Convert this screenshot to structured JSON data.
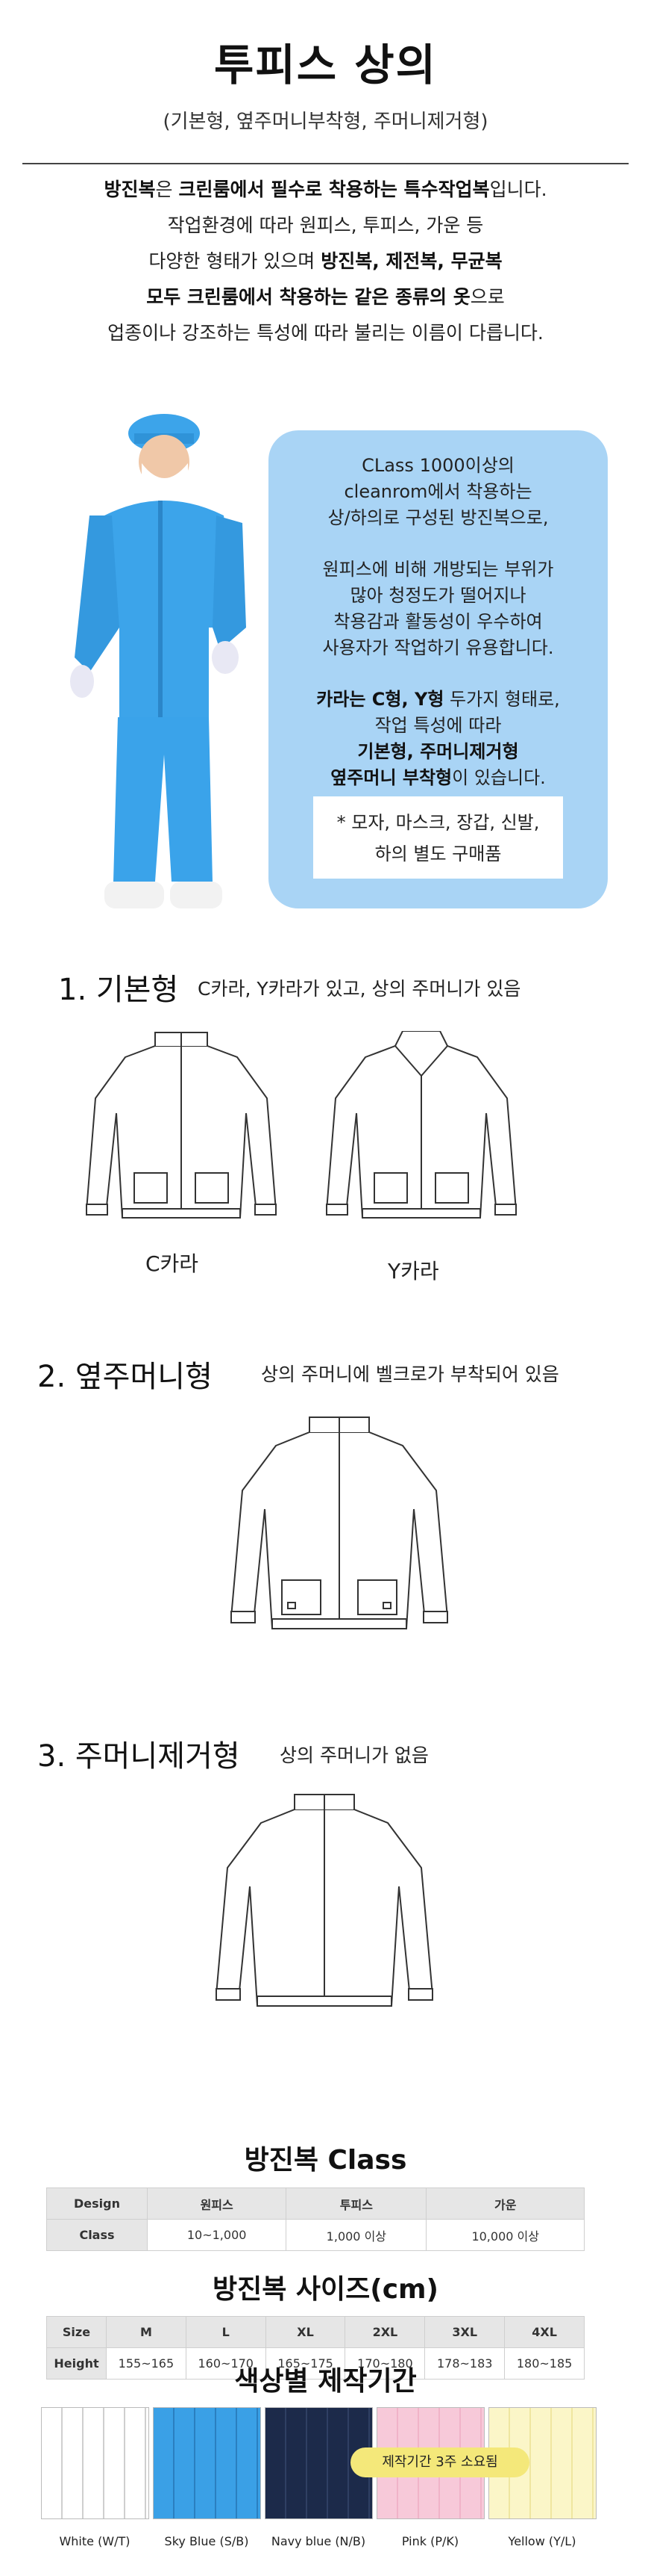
{
  "header": {
    "title": "투피스 상의",
    "subtitle": "(기본형, 옆주머니부착형, 주머니제거형)"
  },
  "intro": {
    "line1_b1": "방진복",
    "line1_t1": "은 ",
    "line1_b2": "크린룸에서 필수로 착용하는 특수작업복",
    "line1_t2": "입니다.",
    "line2": "작업환경에 따라 원피스, 투피스, 가운 등",
    "line3_t1": "다양한 형태가 있으며 ",
    "line3_b1": "방진복, 제전복, 무균복",
    "line4_b1": "모두 크린룸에서 착용하는 같은 종류의 옷",
    "line4_t1": "으로",
    "line5": "업종이나 강조하는 특성에 따라 불리는 이름이 다릅니다."
  },
  "bubble": {
    "p1": [
      "CLass 1000이상의",
      "cleanrom에서 착용하는",
      "상/하의로 구성된 방진복으로,"
    ],
    "p2": [
      "원피스에 비해 개방되는 부위가",
      "많아 청정도가 떨어지나",
      "착용감과 활동성이 우수하여",
      "사용자가 작업하기 유용합니다."
    ],
    "p3_b1": "카라는 C형, Y형",
    "p3_t1": " 두가지 형태로,",
    "p3_l2": "작업 특성에 따라",
    "p3_b2": "기본형, 주머니제거형",
    "p3_b3": "옆주머니 부착형",
    "p3_t2": "이 있습니다.",
    "note": [
      "* 모자, 마스크, 장갑, 신발,",
      "하의 별도 구매품"
    ]
  },
  "sections": [
    {
      "title": "1. 기본형",
      "desc": "C카라, Y카라가 있고, 상의 주머니가 있음",
      "captions": [
        "C카라",
        "Y카라"
      ]
    },
    {
      "title": "2. 옆주머니형",
      "desc": "상의 주머니에 벨크로가 부착되어 있음"
    },
    {
      "title": "3. 주머니제거형",
      "desc": "상의 주머니가 없음"
    }
  ],
  "class_table": {
    "title": "방진복 Class",
    "header": [
      "Design",
      "원피스",
      "투피스",
      "가운"
    ],
    "row": [
      "Class",
      "10~1,000",
      "1,000 이상",
      "10,000 이상"
    ]
  },
  "size_table": {
    "title": "방진복 사이즈(cm)",
    "header": [
      "Size",
      "M",
      "L",
      "XL",
      "2XL",
      "3XL",
      "4XL"
    ],
    "row": [
      "Height",
      "155~165",
      "160~170",
      "165~175",
      "170~180",
      "178~183",
      "180~185"
    ]
  },
  "colors": {
    "title": "색상별 제작기간",
    "badge": "제작기간 3주 소요됨",
    "items": [
      {
        "label": "White (W/T)",
        "color": "#ffffff",
        "line": "#cfcfcf"
      },
      {
        "label": "Sky Blue (S/B)",
        "color": "#3aa0e6",
        "line": "#2a7fc0"
      },
      {
        "label": "Navy blue (N/B)",
        "color": "#1c2a4a",
        "line": "#2f3f63"
      },
      {
        "label": "Pink (P/K)",
        "color": "#f7c9d9",
        "line": "#f0b3c8"
      },
      {
        "label": "Yellow (Y/L)",
        "color": "#fbf6c8",
        "line": "#efe6a0"
      }
    ]
  }
}
